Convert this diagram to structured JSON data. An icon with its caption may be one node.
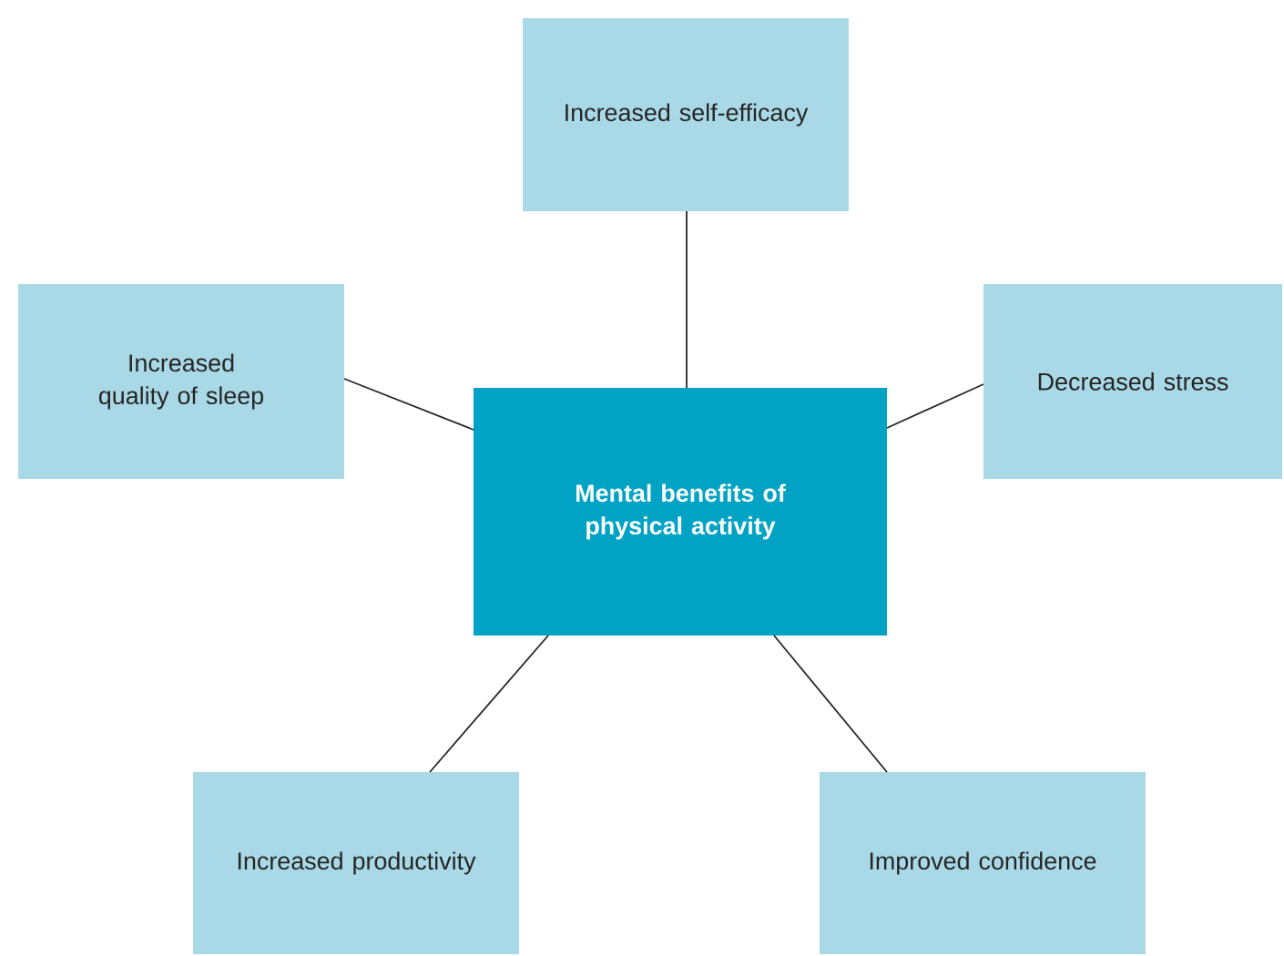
{
  "diagram": {
    "nodes": [
      {
        "text": [
          "Mental benefits of physical activity"
        ]
      },
      {
        "text": [
          "Increased self-efficacy"
        ]
      },
      {
        "text": [
          "Increased quality of sleep"
        ]
      },
      {
        "text": [
          "Decreased stress"
        ]
      },
      {
        "text": [
          "Increased productivity"
        ]
      },
      {
        "text": [
          "Improved confidence"
        ]
      }
    ],
    "edges": [
      {
        "from": 0,
        "to": 1,
        "arrow": "none"
      },
      {
        "from": 0,
        "to": 2,
        "arrow": "none"
      },
      {
        "from": 0,
        "to": 3,
        "arrow": "none"
      },
      {
        "from": 0,
        "to": 4,
        "arrow": "none"
      },
      {
        "from": 0,
        "to": 5,
        "arrow": "none"
      }
    ]
  }
}
